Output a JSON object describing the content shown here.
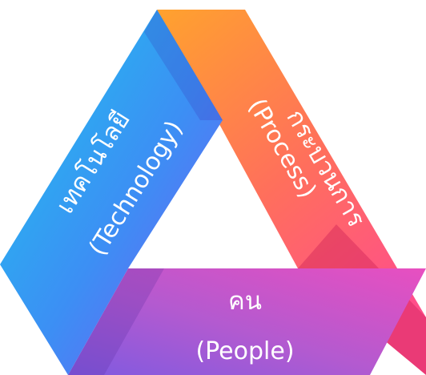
{
  "diagram": {
    "segments": [
      {
        "id": "technology",
        "thai": "เทคโนโลยี",
        "english": "(Technology)",
        "gradient": [
          "#1ec6ee",
          "#3c8ff4",
          "#7a55f3"
        ]
      },
      {
        "id": "process",
        "thai": "กระบวนการ",
        "english": "(Process)",
        "gradient": [
          "#ffa22e",
          "#ff6f5c",
          "#ff4f8a"
        ]
      },
      {
        "id": "people",
        "thai": "คน",
        "english": "(People)",
        "gradient": [
          "#e84fc0",
          "#b35ad0",
          "#7f5ae0"
        ]
      }
    ]
  }
}
